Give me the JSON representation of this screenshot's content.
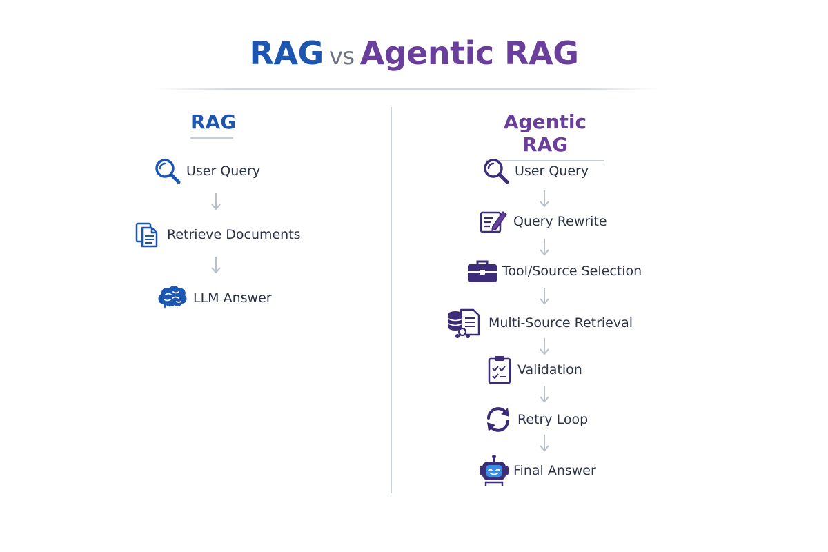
{
  "title": {
    "part1": "RAG",
    "vs": "vs",
    "part2": "Agentic RAG"
  },
  "left": {
    "heading": "RAG",
    "steps": [
      {
        "label": "User Query",
        "icon": "search-icon"
      },
      {
        "label": "Retrieve Documents",
        "icon": "documents-icon"
      },
      {
        "label": "LLM Answer",
        "icon": "brain-icon"
      }
    ]
  },
  "right": {
    "heading": "Agentic RAG",
    "steps": [
      {
        "label": "User Query",
        "icon": "search-icon"
      },
      {
        "label": "Query Rewrite",
        "icon": "edit-document-icon"
      },
      {
        "label": "Tool/Source Selection",
        "icon": "toolbox-icon"
      },
      {
        "label": "Multi-Source Retrieval",
        "icon": "database-document-icon"
      },
      {
        "label": "Validation",
        "icon": "checklist-icon"
      },
      {
        "label": "Retry Loop",
        "icon": "refresh-icon"
      },
      {
        "label": "Final Answer",
        "icon": "robot-icon"
      }
    ]
  },
  "colors": {
    "rag_blue": "#1d56b0",
    "agentic_purple": "#6a3f9c",
    "arrow_gray": "#b8bfcc",
    "text": "#2b3347"
  }
}
